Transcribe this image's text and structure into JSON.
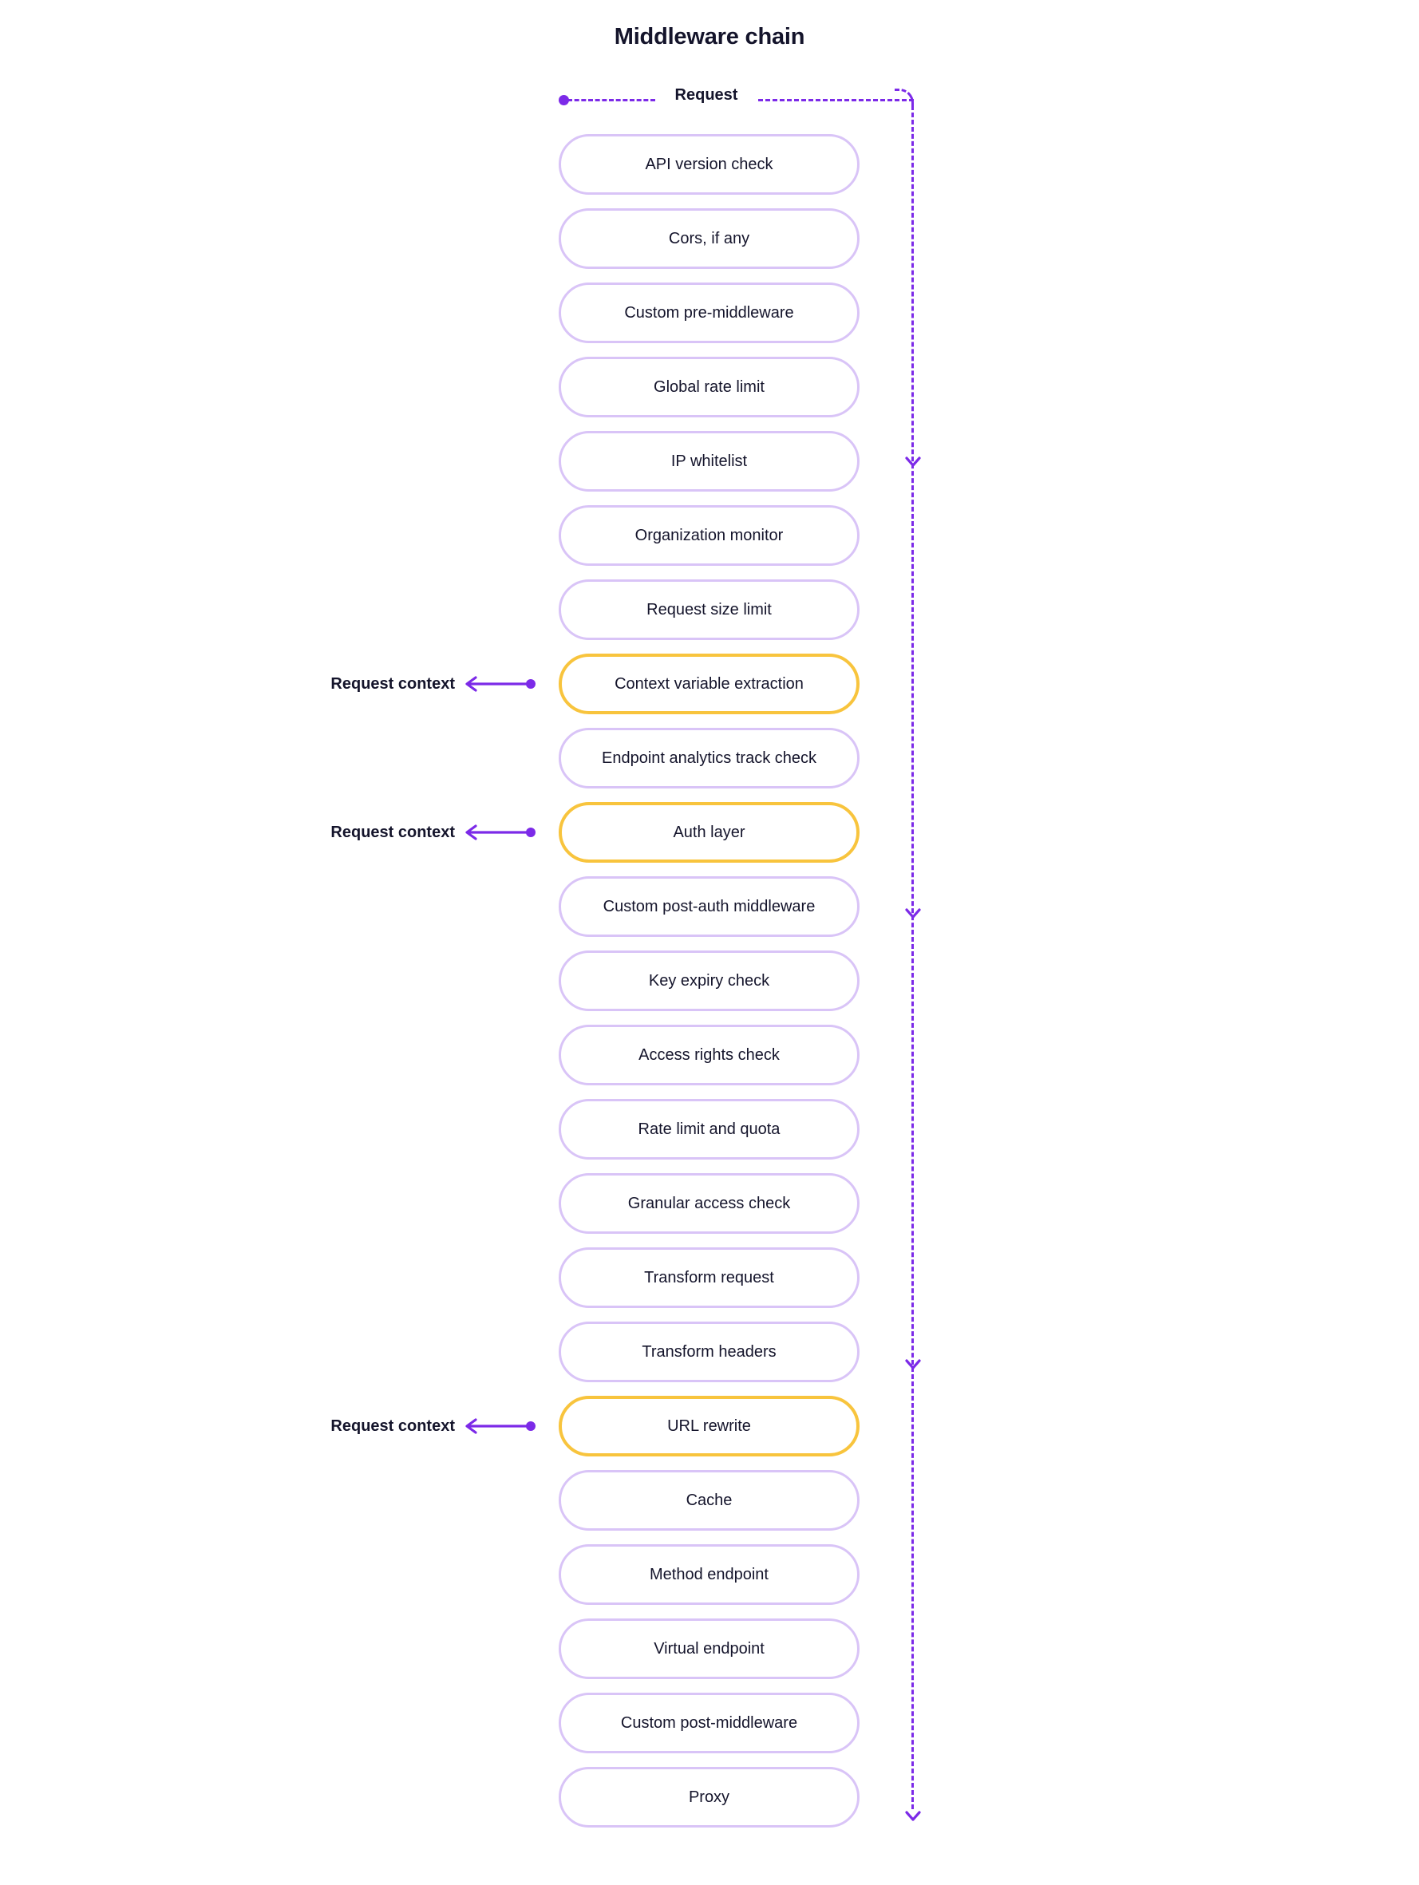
{
  "title": "Middleware chain",
  "colors": {
    "accent_purple": "#7C2AE8",
    "pill_border": "#D9C4F7",
    "highlight_border": "#F8C43D",
    "text": "#14142B",
    "background": "#FFFFFF"
  },
  "flow": {
    "entry_label": "Request",
    "entry_dot": "start-dot",
    "arrowhead_icon": "chevron-down-icon",
    "arrowhead_count": 4
  },
  "annotations": [
    {
      "label": "Request context",
      "target": "Context variable extraction",
      "arrow_icon": "arrow-left-icon",
      "dot_icon": "endpoint-dot-icon"
    },
    {
      "label": "Request context",
      "target": "Auth layer",
      "arrow_icon": "arrow-left-icon",
      "dot_icon": "endpoint-dot-icon"
    },
    {
      "label": "Request context",
      "target": "URL rewrite",
      "arrow_icon": "arrow-left-icon",
      "dot_icon": "endpoint-dot-icon"
    }
  ],
  "steps": [
    {
      "label": "API version check",
      "highlight": false
    },
    {
      "label": "Cors, if any",
      "highlight": false
    },
    {
      "label": "Custom pre-middleware",
      "highlight": false
    },
    {
      "label": "Global rate limit",
      "highlight": false
    },
    {
      "label": "IP whitelist",
      "highlight": false
    },
    {
      "label": "Organization monitor",
      "highlight": false
    },
    {
      "label": "Request size limit",
      "highlight": false
    },
    {
      "label": "Context variable extraction",
      "highlight": true
    },
    {
      "label": "Endpoint analytics track check",
      "highlight": false
    },
    {
      "label": "Auth layer",
      "highlight": true
    },
    {
      "label": "Custom post-auth middleware",
      "highlight": false
    },
    {
      "label": "Key expiry check",
      "highlight": false
    },
    {
      "label": "Access rights check",
      "highlight": false
    },
    {
      "label": "Rate limit and quota",
      "highlight": false
    },
    {
      "label": "Granular access check",
      "highlight": false
    },
    {
      "label": "Transform request",
      "highlight": false
    },
    {
      "label": "Transform headers",
      "highlight": false
    },
    {
      "label": "URL rewrite",
      "highlight": true
    },
    {
      "label": "Cache",
      "highlight": false
    },
    {
      "label": "Method endpoint",
      "highlight": false
    },
    {
      "label": "Virtual endpoint",
      "highlight": false
    },
    {
      "label": "Custom post-middleware",
      "highlight": false
    },
    {
      "label": "Proxy",
      "highlight": false
    }
  ]
}
